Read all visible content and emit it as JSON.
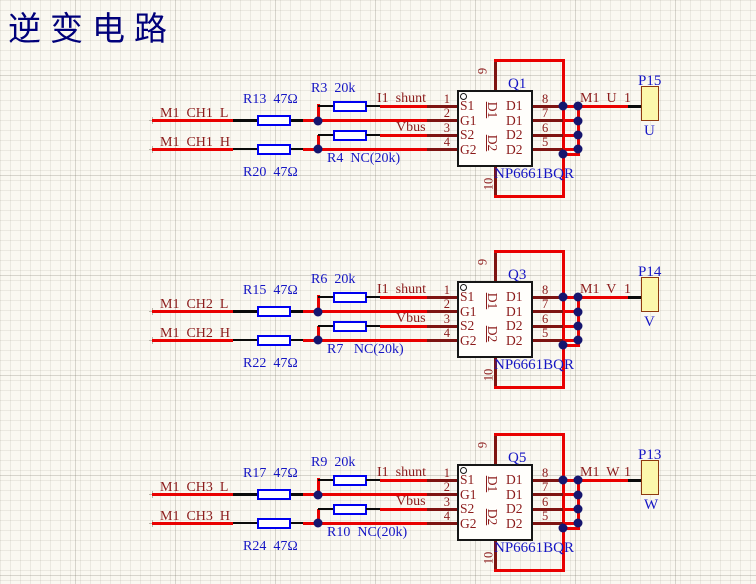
{
  "title": "逆变电路",
  "colors": {
    "wire_red": "#e90000",
    "pin_dark_red": "#7e1412",
    "label_maroon": "#8b1a1a",
    "designator_blue": "#1515c4",
    "resistor_blue": "#0000f0",
    "junction_navy": "#15156e",
    "title_navy": "#00007a",
    "connector_fill": "#fcf7ac",
    "connector_border": "#8f3a10"
  },
  "blocks": [
    {
      "net_l": "M1  CH1  L",
      "net_h": "M1  CH1  H",
      "r_series_l": "R13  47Ω",
      "r_series_h": "R20  47Ω",
      "r_shunt": "R3  20k",
      "r_nc": "R4  NC(20k)",
      "lbl_shunt": "I1  shunt",
      "lbl_vbus": "Vbus",
      "designator": "Q1",
      "part": "NP6661BQR",
      "pins_left": [
        "1",
        "2",
        "3",
        "4"
      ],
      "pins_right": [
        "8",
        "7",
        "6",
        "5"
      ],
      "pin_top": "9",
      "pin_bottom": "10",
      "pin_names_left": [
        "S1",
        "G1",
        "S2",
        "G2"
      ],
      "pin_names_right": [
        "D1",
        "D1",
        "D2",
        "D2"
      ],
      "rot_labels": [
        "D1",
        "D2"
      ],
      "net_out": "M1  U",
      "conn_pin": "1",
      "conn_name": "P15",
      "conn_label": "U"
    },
    {
      "net_l": "M1  CH2  L",
      "net_h": "M1  CH2  H",
      "r_series_l": "R15  47Ω",
      "r_series_h": "R22  47Ω",
      "r_shunt": "R6  20k",
      "r_nc": "R7   NC(20k)",
      "lbl_shunt": "I1  shunt",
      "lbl_vbus": "Vbus",
      "designator": "Q3",
      "part": "NP6661BQR",
      "pins_left": [
        "1",
        "2",
        "3",
        "4"
      ],
      "pins_right": [
        "8",
        "7",
        "6",
        "5"
      ],
      "pin_top": "9",
      "pin_bottom": "10",
      "pin_names_left": [
        "S1",
        "G1",
        "S2",
        "G2"
      ],
      "pin_names_right": [
        "D1",
        "D1",
        "D2",
        "D2"
      ],
      "rot_labels": [
        "D1",
        "D2"
      ],
      "net_out": "M1  V",
      "conn_pin": "1",
      "conn_name": "P14",
      "conn_label": "V"
    },
    {
      "net_l": "M1  CH3  L",
      "net_h": "M1  CH3  H",
      "r_series_l": "R17  47Ω",
      "r_series_h": "R24  47Ω",
      "r_shunt": "R9  20k",
      "r_nc": "R10  NC(20k)",
      "lbl_shunt": "I1  shunt",
      "lbl_vbus": "Vbus",
      "designator": "Q5",
      "part": "NP6661BQR",
      "pins_left": [
        "1",
        "2",
        "3",
        "4"
      ],
      "pins_right": [
        "8",
        "7",
        "6",
        "5"
      ],
      "pin_names_left": [
        "S1",
        "G1",
        "S2",
        "G2"
      ],
      "pin_names_right": [
        "D1",
        "D1",
        "D2",
        "D2"
      ],
      "rot_labels": [
        "D1",
        "D2"
      ],
      "pin_top": "9",
      "pin_bottom": "10",
      "net_out": "M1  W",
      "conn_pin": "1",
      "conn_name": "P13",
      "conn_label": "W"
    }
  ]
}
